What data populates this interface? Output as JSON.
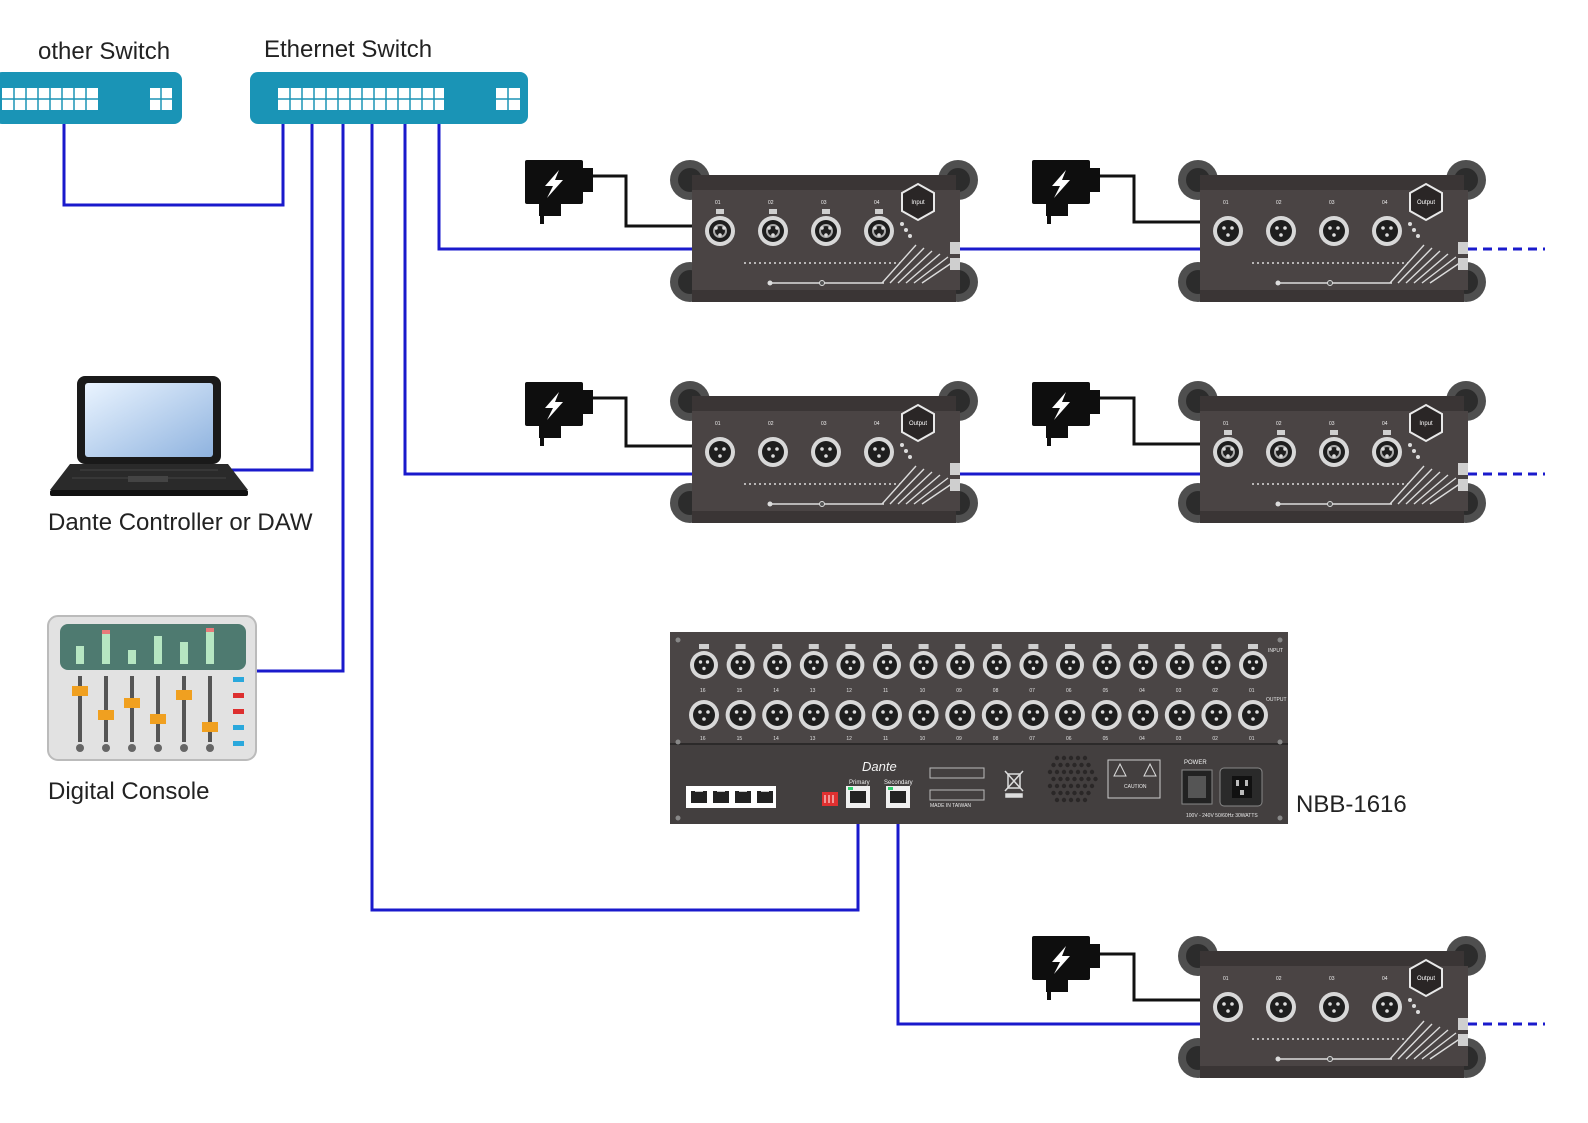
{
  "labels": {
    "other_switch": "other Switch",
    "ethernet_switch": "Ethernet Switch",
    "controller": "Dante Controller or DAW",
    "console": "Digital Console",
    "nbb": "NBB-1616"
  },
  "box_badges": {
    "input": "Input",
    "output": "Output"
  },
  "channel_numbers": [
    "01",
    "02",
    "03",
    "04"
  ],
  "nbb_panel": {
    "brand": "Dante",
    "primary": "Primary",
    "secondary": "Secondary",
    "power": "POWER",
    "input": "INPUT",
    "output": "OUTPUT",
    "caution": "CAUTION",
    "made_in": "MADE IN TAIWAN",
    "voltage": "100V - 240V 50/60Hz 30WATTS",
    "row_numbers": [
      "16",
      "15",
      "14",
      "13",
      "12",
      "11",
      "10",
      "09",
      "08",
      "07",
      "06",
      "05",
      "04",
      "03",
      "02",
      "01"
    ]
  },
  "colors": {
    "switch": "#1a94b6",
    "link": "#1a1acc",
    "device_body": "#4a4444",
    "device_dark": "#3a3535",
    "foot": "#4f4f4f",
    "console_accent": "#f0a020"
  }
}
